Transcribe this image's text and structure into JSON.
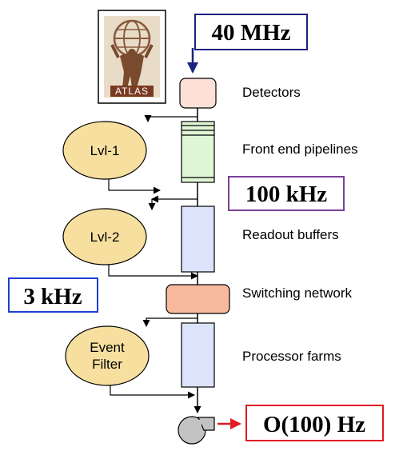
{
  "logo": {
    "text": "ATLAS",
    "icon": "atlas-logo"
  },
  "rates": {
    "input": "40 MHz",
    "lvl1_out": "100 kHz",
    "lvl2_out": "3 kHz",
    "output": "O(100) Hz"
  },
  "stages": {
    "detectors": "Detectors",
    "frontend": "Front end pipelines",
    "readout": "Readout buffers",
    "switching": "Switching network",
    "farms": "Processor farms"
  },
  "triggers": {
    "lvl1": "Lvl-1",
    "lvl2": "Lvl-2",
    "ef_line1": "Event",
    "ef_line2": "Filter"
  },
  "colors": {
    "input_border": "#1a237e",
    "lvl1_border": "#7b3f98",
    "lvl2_border": "#1e3fd0",
    "output_border": "#e01b24",
    "output_arrow": "#e01b24",
    "input_arrow": "#1a237e",
    "detector_fill": "#fde0d6",
    "pipeline_fill": "#dff7d6",
    "buffer_fill": "#dbe4fb",
    "switch_fill": "#f9b99e",
    "farm_fill": "#dbe4fb",
    "oval_fill": "#f7dfa0",
    "storage_fill": "#c2c2c2"
  }
}
